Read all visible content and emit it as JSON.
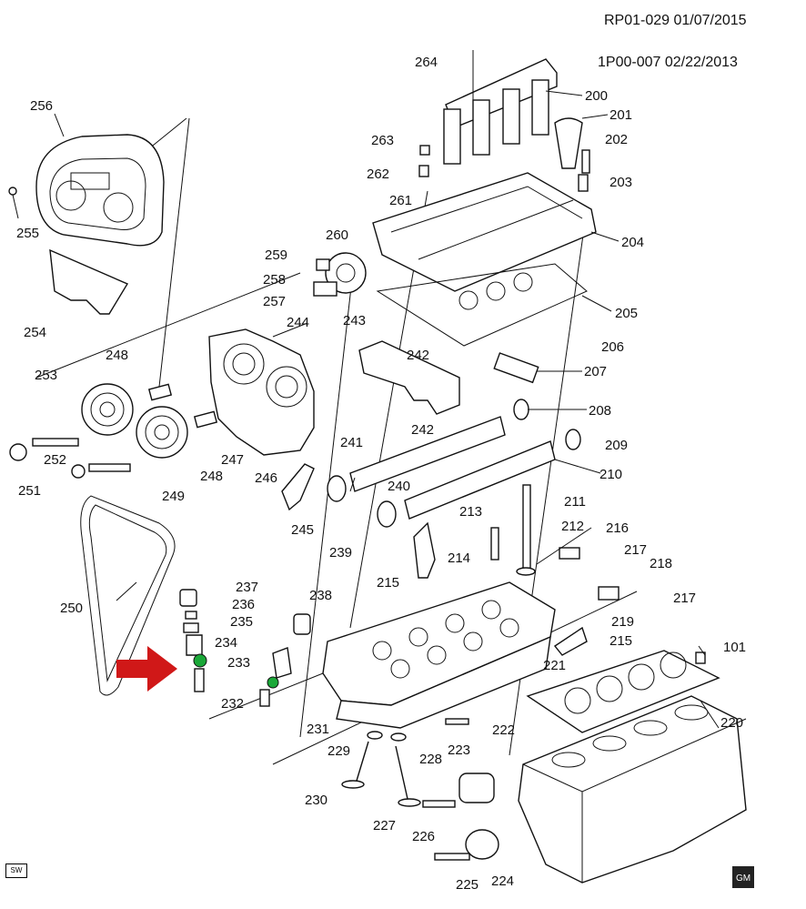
{
  "header": {
    "ref1": "RP01-029  01/07/2015",
    "ref2": "1P00-007  02/22/2013"
  },
  "corner_badge": "SW",
  "brand_badge": "GM",
  "arrow_color": "#d01818",
  "highlight_color": "#1aa838",
  "callouts": [
    {
      "id": "256",
      "text": "256"
    },
    {
      "id": "255",
      "text": "255"
    },
    {
      "id": "254",
      "text": "254"
    },
    {
      "id": "253",
      "text": "253"
    },
    {
      "id": "248a",
      "text": "248"
    },
    {
      "id": "244",
      "text": "244"
    },
    {
      "id": "252",
      "text": "252"
    },
    {
      "id": "251",
      "text": "251"
    },
    {
      "id": "249",
      "text": "249"
    },
    {
      "id": "248b",
      "text": "248"
    },
    {
      "id": "247",
      "text": "247"
    },
    {
      "id": "246",
      "text": "246"
    },
    {
      "id": "245",
      "text": "245"
    },
    {
      "id": "250",
      "text": "250"
    },
    {
      "id": "237",
      "text": "237"
    },
    {
      "id": "236",
      "text": "236"
    },
    {
      "id": "235",
      "text": "235"
    },
    {
      "id": "234",
      "text": "234"
    },
    {
      "id": "233",
      "text": "233"
    },
    {
      "id": "232",
      "text": "232"
    },
    {
      "id": "264",
      "text": "264"
    },
    {
      "id": "200",
      "text": "200"
    },
    {
      "id": "201",
      "text": "201"
    },
    {
      "id": "263",
      "text": "263"
    },
    {
      "id": "202",
      "text": "202"
    },
    {
      "id": "262",
      "text": "262"
    },
    {
      "id": "203",
      "text": "203"
    },
    {
      "id": "261",
      "text": "261"
    },
    {
      "id": "260",
      "text": "260"
    },
    {
      "id": "204",
      "text": "204"
    },
    {
      "id": "259",
      "text": "259"
    },
    {
      "id": "258",
      "text": "258"
    },
    {
      "id": "257",
      "text": "257"
    },
    {
      "id": "205",
      "text": "205"
    },
    {
      "id": "243",
      "text": "243"
    },
    {
      "id": "242a",
      "text": "242"
    },
    {
      "id": "206",
      "text": "206"
    },
    {
      "id": "207",
      "text": "207"
    },
    {
      "id": "208",
      "text": "208"
    },
    {
      "id": "242b",
      "text": "242"
    },
    {
      "id": "241",
      "text": "241"
    },
    {
      "id": "209",
      "text": "209"
    },
    {
      "id": "210",
      "text": "210"
    },
    {
      "id": "240",
      "text": "240"
    },
    {
      "id": "211",
      "text": "211"
    },
    {
      "id": "213",
      "text": "213"
    },
    {
      "id": "212",
      "text": "212"
    },
    {
      "id": "216",
      "text": "216"
    },
    {
      "id": "239",
      "text": "239"
    },
    {
      "id": "214",
      "text": "214"
    },
    {
      "id": "217a",
      "text": "217"
    },
    {
      "id": "215a",
      "text": "215"
    },
    {
      "id": "218",
      "text": "218"
    },
    {
      "id": "238",
      "text": "238"
    },
    {
      "id": "217b",
      "text": "217"
    },
    {
      "id": "219",
      "text": "219"
    },
    {
      "id": "215b",
      "text": "215"
    },
    {
      "id": "101",
      "text": "101"
    },
    {
      "id": "221",
      "text": "221"
    },
    {
      "id": "231",
      "text": "231"
    },
    {
      "id": "222",
      "text": "222"
    },
    {
      "id": "220",
      "text": "220"
    },
    {
      "id": "229",
      "text": "229"
    },
    {
      "id": "228",
      "text": "228"
    },
    {
      "id": "223",
      "text": "223"
    },
    {
      "id": "230",
      "text": "230"
    },
    {
      "id": "227",
      "text": "227"
    },
    {
      "id": "226",
      "text": "226"
    },
    {
      "id": "225",
      "text": "225"
    },
    {
      "id": "224",
      "text": "224"
    }
  ]
}
